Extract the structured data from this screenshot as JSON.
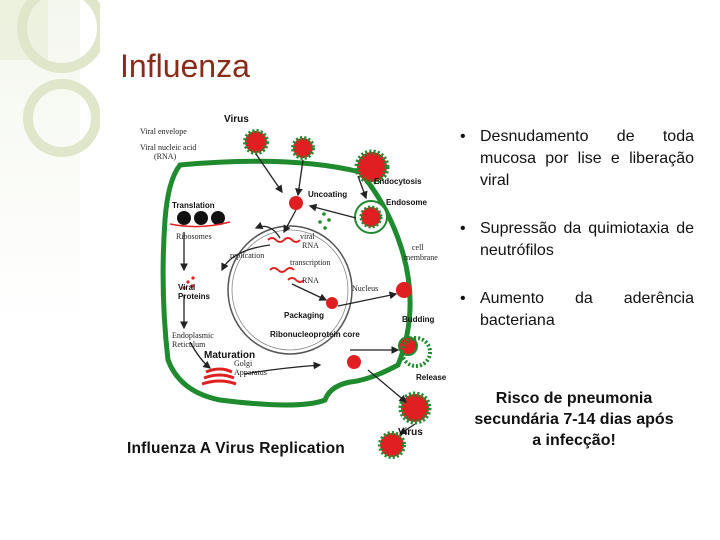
{
  "slide": {
    "title": "Influenza",
    "bullets": [
      "Desnudamento de toda mucosa por lise e liberação viral",
      "Supressão da quimiotaxia de neutrófilos",
      "Aumento da aderência bacteriana"
    ],
    "note": "Risco de pneumonia secundária 7-14 dias após a infecção!"
  },
  "diagram": {
    "caption": "Influenza A Virus Replication",
    "labels": {
      "virus_top": "Virus",
      "viral_envelope": "Viral envelope",
      "viral_nucleic_acid": "Viral nucleic acid",
      "rna": "(RNA)",
      "uncoating": "Uncoating",
      "endocytosis": "Endocytosis",
      "endosome": "Endosome",
      "translation": "Translation",
      "ribosomes": "Ribosomes",
      "viral": "viral",
      "viral_rna": "RNA",
      "replication": "replication",
      "transcription": "transcription",
      "rna_label": "RNA",
      "cell": "cell",
      "membrane": "membrane",
      "viral2": "Viral",
      "proteins": "Proteins",
      "nucleus": "Nucleus",
      "packaging": "Packaging",
      "budding": "Budding",
      "er1": "Endoplasmic",
      "er2": "Reticulum",
      "rnp_core": "Ribonucleoprotein core",
      "maturation": "Maturation",
      "golgi1": "Golgi",
      "golgi2": "Apparatus",
      "release": "Release",
      "virus_bottom": "Virus"
    }
  },
  "colors": {
    "title": "#8a2b1a",
    "virion_core": "#e02020",
    "virion_coat": "#1f8a2e",
    "membrane": "#1f8a2e",
    "arrow": "#222222"
  }
}
